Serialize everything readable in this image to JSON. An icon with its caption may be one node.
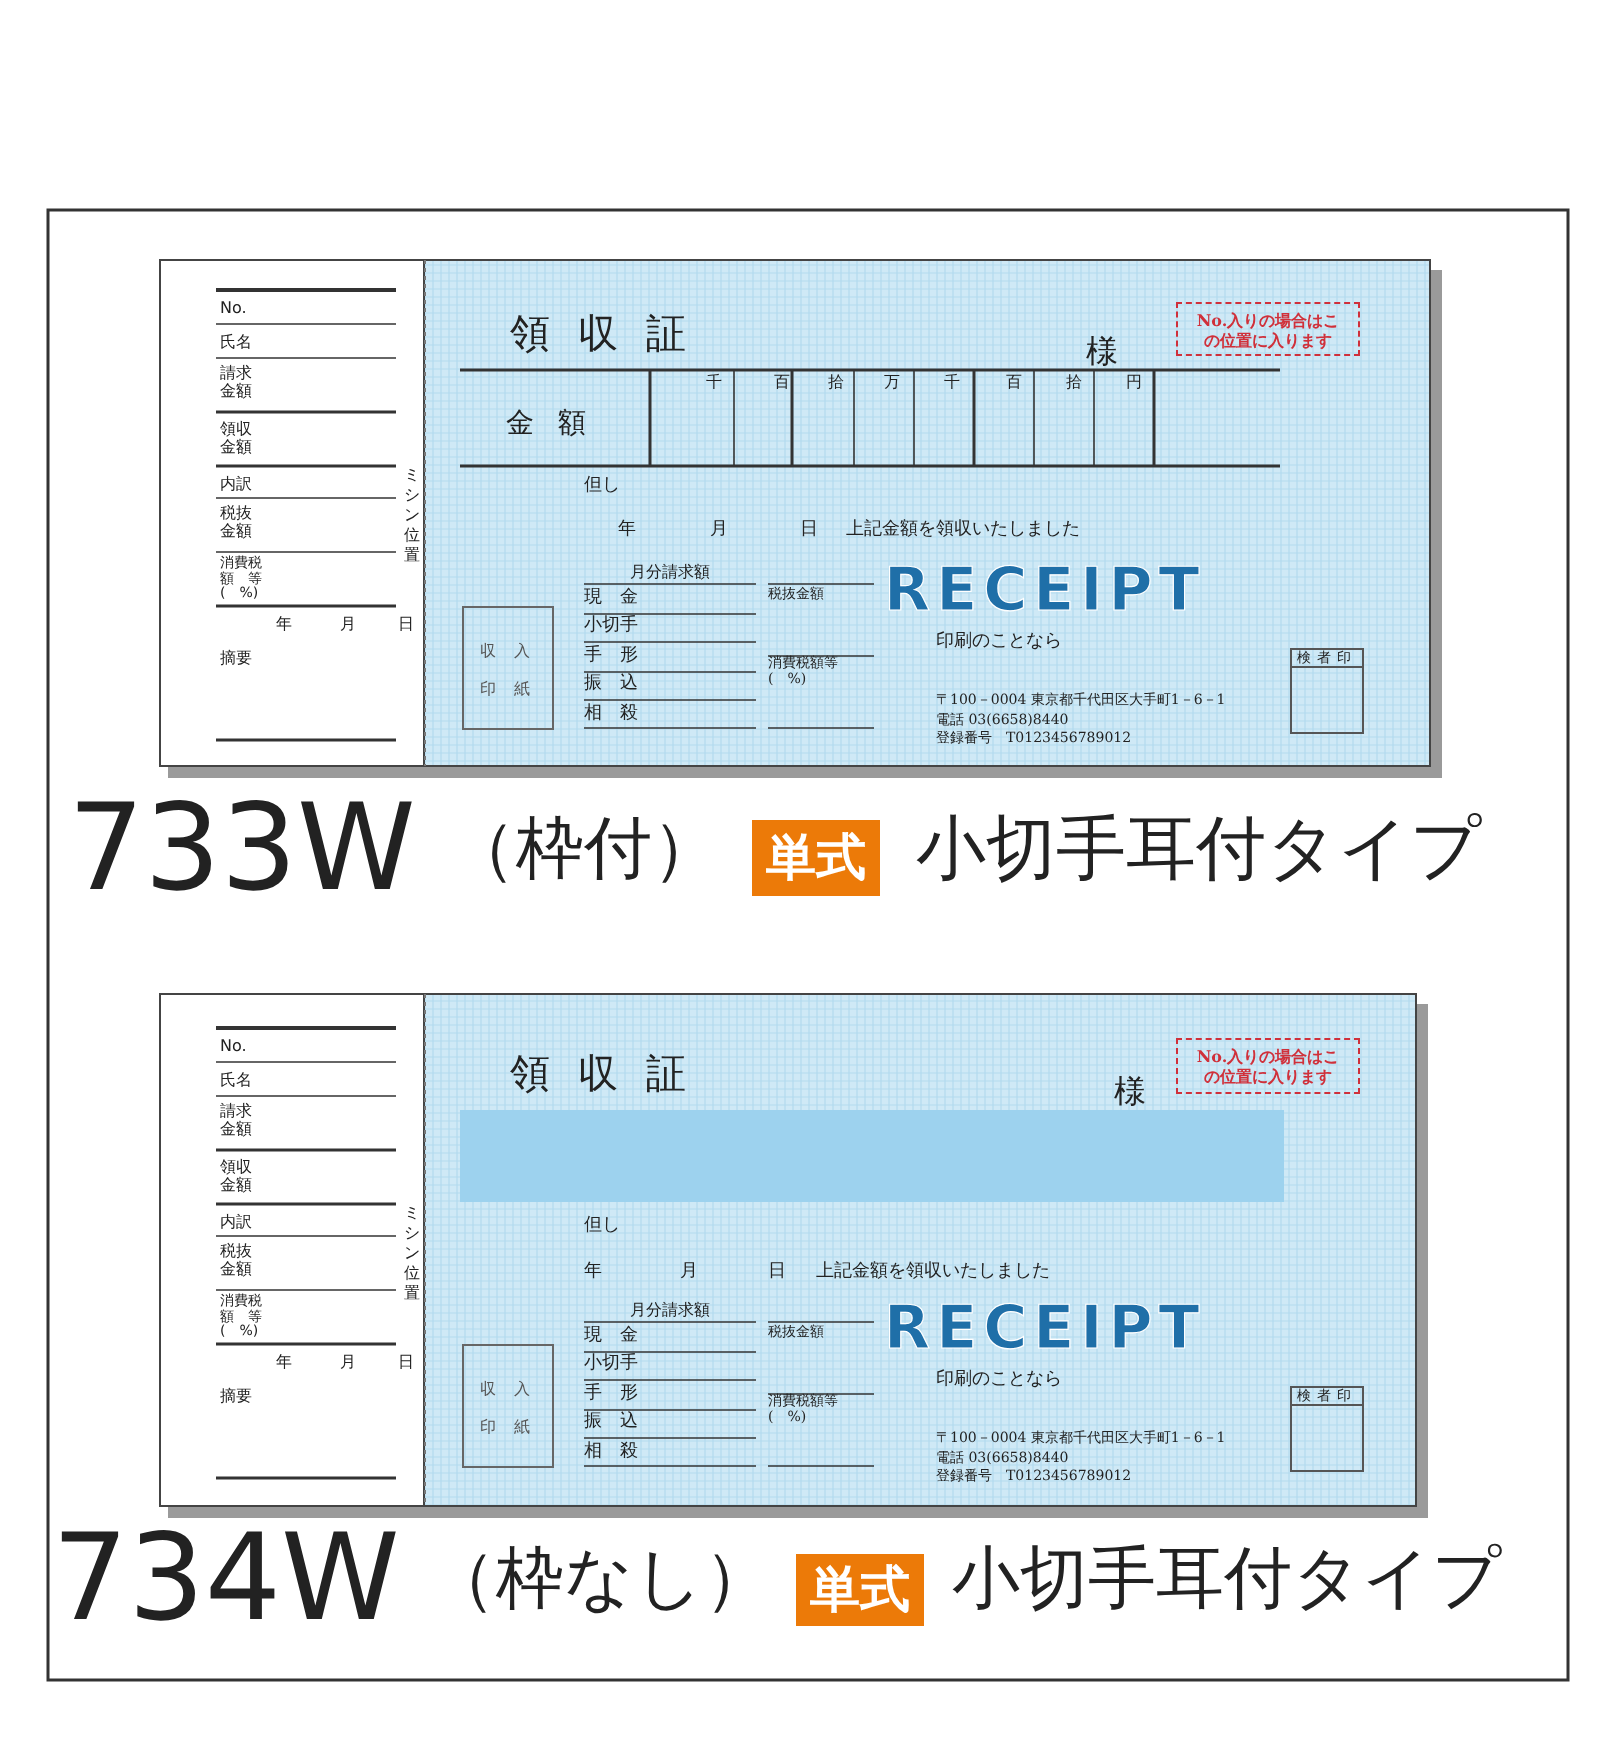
{
  "diagram": {
    "nodes": [
      {
        "text": [
          "No.入りの場合はこの位置に入ります"
        ]
      },
      {
        "text": [
          "収入印紙"
        ]
      },
      {
        "text": [
          "検者印"
        ]
      },
      {
        "text": [
          "単式"
        ]
      },
      {
        "text": [
          "No.入りの場合はこの位置に入ります"
        ]
      },
      {
        "text": [
          "収入印紙"
        ]
      },
      {
        "text": [
          "検者印"
        ]
      },
      {
        "text": [
          "単式"
        ]
      },
      {
        "text": [],
        "shape": "bar"
      }
    ],
    "labels": [
      "No.",
      "氏名",
      "請求金額",
      "領収金額",
      "内訳",
      "税抜金額",
      "消費税額　等(　%)",
      "年",
      "月",
      "日",
      "摘要",
      "ミシン位置",
      "領収証",
      "様",
      "千",
      "百",
      "拾",
      "万",
      "千",
      "百",
      "拾",
      "円",
      "金額",
      "但し",
      "年",
      "月",
      "日",
      "上記金額を領収いたしました",
      "月分請求額",
      "現　金",
      "小切手",
      "手　形",
      "振　込",
      "相　殺",
      "税抜金額",
      "消費税額等(　%)",
      "RECEIPT",
      "印刷のことなら",
      "〒100－0004 東京都千代田区大手町1－6－1",
      "電話 03(6658)8440",
      "登録番号　T0123456789012",
      "733W",
      "（枠付）",
      "小切手耳付タイプ",
      "No.",
      "氏名",
      "請求金額",
      "領収金額",
      "内訳",
      "税抜金額",
      "消費税額　等(　%)",
      "年",
      "月",
      "日",
      "摘要",
      "ミシン位置",
      "領収証",
      "様",
      "但し",
      "年",
      "月",
      "日",
      "上記金額を領収いたしました",
      "月分請求額",
      "現　金",
      "小切手",
      "手　形",
      "振　込",
      "相　殺",
      "税抜金額",
      "消費税額等(　%)",
      "RECEIPT",
      "印刷のことなら",
      "〒100－0004 東京都千代田区大手町1－6－1",
      "電話 03(6658)8440",
      "登録番号　T0123456789012",
      "734W",
      "（枠なし）",
      "小切手耳付タイプ"
    ]
  }
}
